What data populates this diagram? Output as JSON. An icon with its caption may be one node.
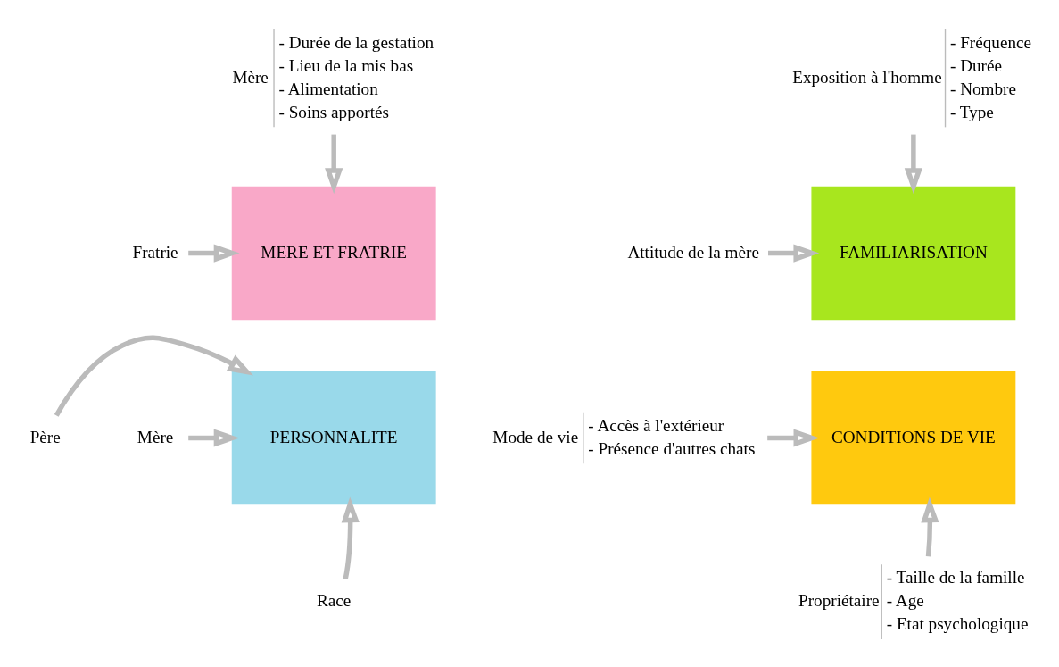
{
  "diagram": {
    "nodes": [
      {
        "text": [
          "MERE ET FRATRIE"
        ]
      },
      {
        "text": [
          "FAMILIARISATION"
        ]
      },
      {
        "text": [
          "PERSONNALITE"
        ]
      },
      {
        "text": [
          "CONDITIONS DE VIE"
        ]
      },
      {
        "text": [
          "Mère",
          "- Durée de la gestation",
          "- Lieu de la mis bas",
          "- Alimentation",
          "- Soins apportés"
        ]
      },
      {
        "text": [
          "Exposition à l'homme",
          "- Fréquence",
          "- Durée",
          "- Nombre",
          "- Type"
        ]
      },
      {
        "text": [
          "Fratrie"
        ]
      },
      {
        "text": [
          "Attitude de la mère"
        ]
      },
      {
        "text": [
          "Père"
        ]
      },
      {
        "text": [
          "Mère"
        ]
      },
      {
        "text": [
          "Mode de vie",
          "- Accès à l'extérieur",
          "- Présence d'autres chats"
        ]
      },
      {
        "text": [
          "Race"
        ]
      },
      {
        "text": [
          "Propriétaire",
          "- Taille de la famille",
          "- Age",
          "- Etat psychologique"
        ]
      }
    ],
    "edges": [
      {
        "from": 4,
        "to": 0,
        "arrow": "to"
      },
      {
        "from": 5,
        "to": 1,
        "arrow": "to"
      },
      {
        "from": 6,
        "to": 0,
        "arrow": "to"
      },
      {
        "from": 7,
        "to": 1,
        "arrow": "to"
      },
      {
        "from": 8,
        "to": 2,
        "arrow": "to"
      },
      {
        "from": 9,
        "to": 2,
        "arrow": "to"
      },
      {
        "from": 10,
        "to": 3,
        "arrow": "to"
      },
      {
        "from": 11,
        "to": 2,
        "arrow": "to"
      },
      {
        "from": 12,
        "to": 3,
        "arrow": "to"
      }
    ]
  }
}
